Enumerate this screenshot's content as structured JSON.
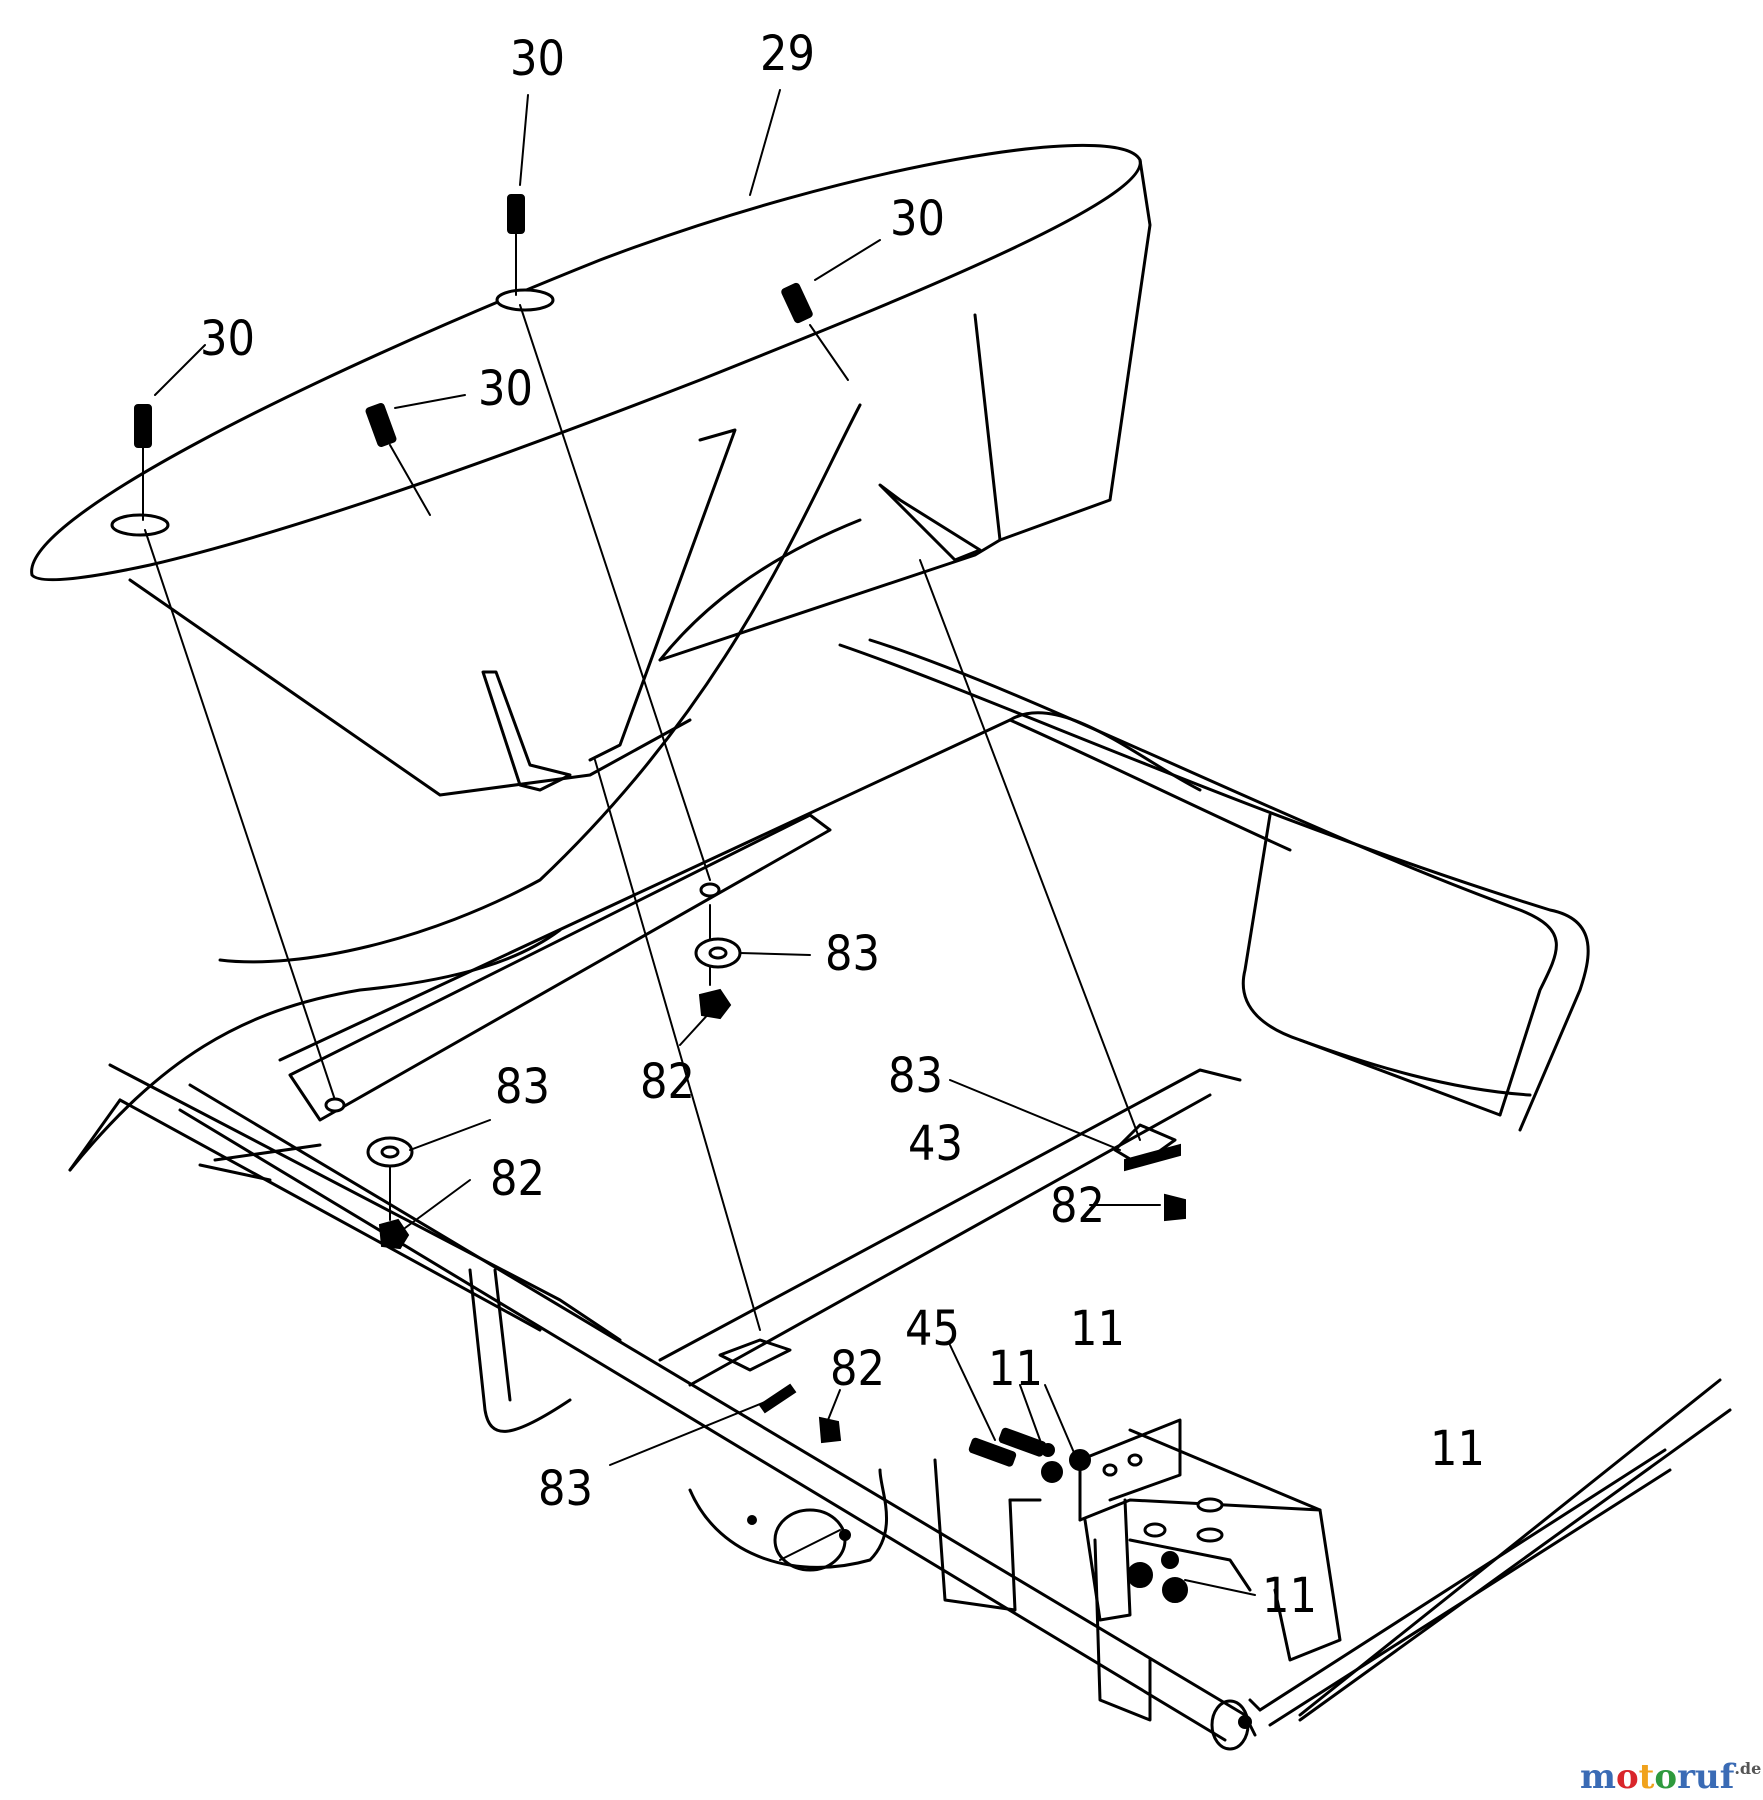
{
  "labels": {
    "l29": "29",
    "l30a": "30",
    "l30b": "30",
    "l30c": "30",
    "l30d": "30",
    "l83a": "83",
    "l82a": "82",
    "l83b": "83",
    "l82b": "82",
    "l83c": "83",
    "l43": "43",
    "l82c": "82",
    "l45": "45",
    "l11a": "11",
    "l11b": "11",
    "l11c": "11",
    "l82d": "82",
    "l83d": "83",
    "l11d": "11"
  },
  "watermark": {
    "p1": "m",
    "p2": "o",
    "p3": "t",
    "p4": "o",
    "p5": "ruf",
    "suffix": ".de"
  },
  "colors": {
    "wm1": "#3a6bb5",
    "wm2": "#d9262b",
    "wm3": "#f0a21c",
    "wm4": "#2e9a3e",
    "wm5": "#3a6bb5"
  }
}
